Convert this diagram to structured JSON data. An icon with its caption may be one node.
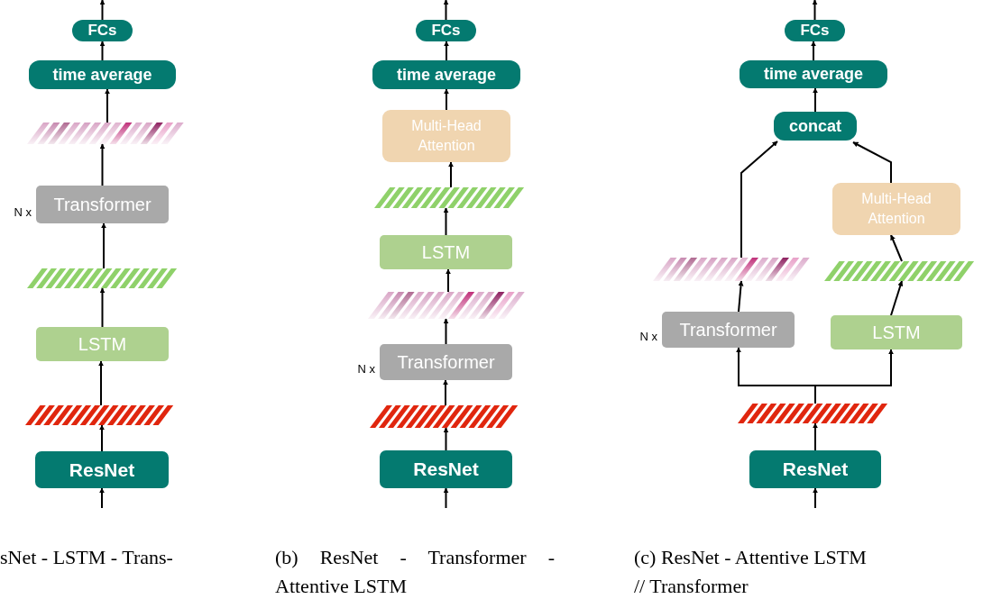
{
  "diagram": {
    "nodes": [
      {
        "text": [
          "FCs"
        ]
      },
      {
        "text": [
          "time average"
        ]
      },
      {
        "text": [],
        "shape": "bar"
      },
      {
        "text": [
          "Transformer"
        ],
        "beside": [
          "N x"
        ]
      },
      {
        "text": [],
        "shape": "bar"
      },
      {
        "text": [
          "LSTM"
        ]
      },
      {
        "text": [],
        "shape": "bar"
      },
      {
        "text": [
          "ResNet"
        ]
      },
      {
        "text": [
          "FCs"
        ]
      },
      {
        "text": [
          "time average"
        ]
      },
      {
        "text": [
          "Multi-Head Attention"
        ]
      },
      {
        "text": [],
        "shape": "bar"
      },
      {
        "text": [
          "LSTM"
        ]
      },
      {
        "text": [],
        "shape": "bar"
      },
      {
        "text": [
          "Transformer"
        ],
        "beside": [
          "N x"
        ]
      },
      {
        "text": [],
        "shape": "bar"
      },
      {
        "text": [
          "ResNet"
        ]
      },
      {
        "text": [
          "FCs"
        ]
      },
      {
        "text": [
          "time average"
        ]
      },
      {
        "text": [
          "concat"
        ]
      },
      {
        "text": [],
        "shape": "bar"
      },
      {
        "text": [],
        "shape": "bar"
      },
      {
        "text": [
          "Multi-Head Attention"
        ]
      },
      {
        "text": [
          "Transformer"
        ],
        "beside": [
          "N x"
        ]
      },
      {
        "text": [
          "LSTM"
        ]
      },
      {
        "text": [],
        "shape": "bar"
      },
      {
        "text": [
          "ResNet"
        ]
      }
    ],
    "edges": [
      {
        "from": null,
        "to": 7,
        "arrow": "to"
      },
      {
        "from": 7,
        "to": 6,
        "arrow": "to"
      },
      {
        "from": 6,
        "to": 5,
        "arrow": "to"
      },
      {
        "from": 5,
        "to": 4,
        "arrow": "to"
      },
      {
        "from": 4,
        "to": 3,
        "arrow": "to"
      },
      {
        "from": 3,
        "to": 2,
        "arrow": "to"
      },
      {
        "from": 2,
        "to": 1,
        "arrow": "to"
      },
      {
        "from": 1,
        "to": 0,
        "arrow": "to"
      },
      {
        "from": 0,
        "to": null,
        "arrow": "to"
      },
      {
        "from": null,
        "to": 16,
        "arrow": "to"
      },
      {
        "from": 16,
        "to": 15,
        "arrow": "to"
      },
      {
        "from": 15,
        "to": 14,
        "arrow": "to"
      },
      {
        "from": 14,
        "to": 13,
        "arrow": "to"
      },
      {
        "from": 13,
        "to": 12,
        "arrow": "to"
      },
      {
        "from": 12,
        "to": 11,
        "arrow": "to"
      },
      {
        "from": 11,
        "to": 10,
        "arrow": "to"
      },
      {
        "from": 10,
        "to": 9,
        "arrow": "to"
      },
      {
        "from": 9,
        "to": 8,
        "arrow": "to"
      },
      {
        "from": 8,
        "to": null,
        "arrow": "to"
      },
      {
        "from": null,
        "to": 26,
        "arrow": "to"
      },
      {
        "from": 26,
        "to": 25,
        "arrow": "to"
      },
      {
        "from": 25,
        "to": 23,
        "arrow": "to"
      },
      {
        "from": 25,
        "to": 24,
        "arrow": "to"
      },
      {
        "from": 23,
        "to": 20,
        "arrow": "to"
      },
      {
        "from": 24,
        "to": 21,
        "arrow": "to"
      },
      {
        "from": 21,
        "to": 22,
        "arrow": "to"
      },
      {
        "from": 20,
        "to": 19,
        "arrow": "to"
      },
      {
        "from": 22,
        "to": 19,
        "arrow": "to"
      },
      {
        "from": 19,
        "to": 18,
        "arrow": "to"
      },
      {
        "from": 18,
        "to": 17,
        "arrow": "to"
      },
      {
        "from": 17,
        "to": null,
        "arrow": "to"
      }
    ],
    "labels": [
      "sNet - LSTM - Trans-",
      "(b) ResNet - Transformer - Attentive LSTM",
      "(c) ResNet - Attentive LSTM // Transformer"
    ]
  }
}
